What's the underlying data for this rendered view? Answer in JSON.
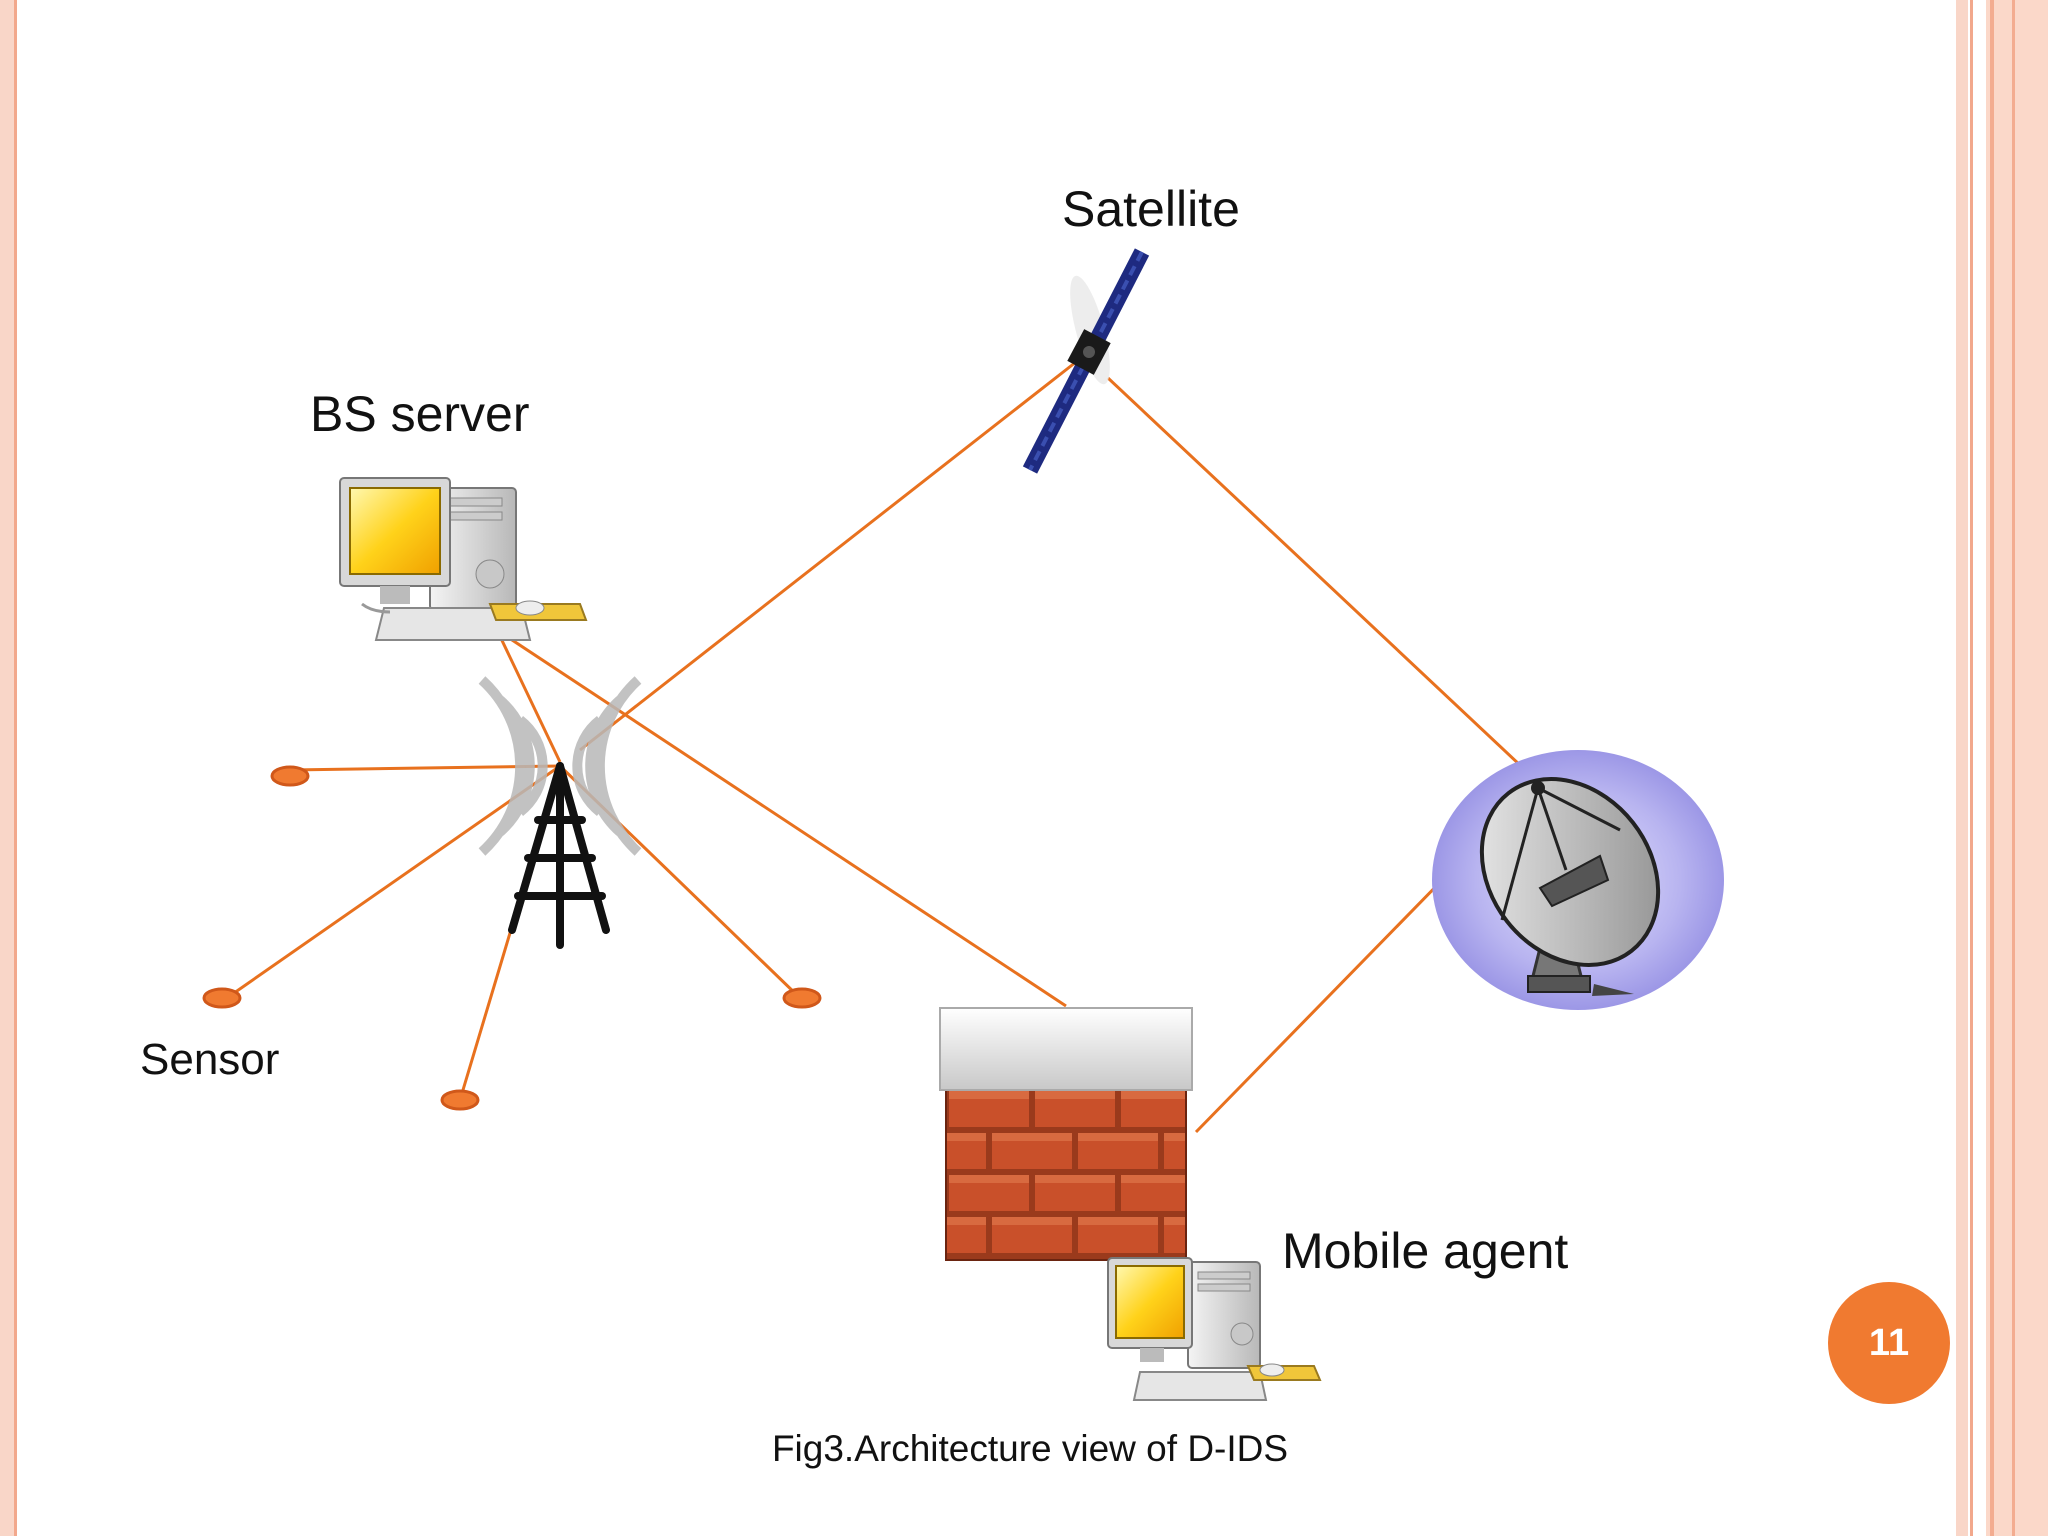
{
  "diagram": {
    "labels": {
      "satellite": "Satellite",
      "bs_server": "BS server",
      "sensor": "Sensor",
      "mobile_agent": "Mobile agent"
    },
    "caption": "Fig3.Architecture view of D-IDS",
    "nodes": [
      "satellite",
      "bs-server",
      "tower",
      "sensor-1",
      "sensor-2",
      "sensor-3",
      "sensor-4",
      "firewall",
      "mobile-agent",
      "dish"
    ]
  },
  "page": {
    "number": "11"
  },
  "colors": {
    "link": "#e8711e",
    "badge": "#f07a30",
    "border": "#f6b9a3"
  }
}
